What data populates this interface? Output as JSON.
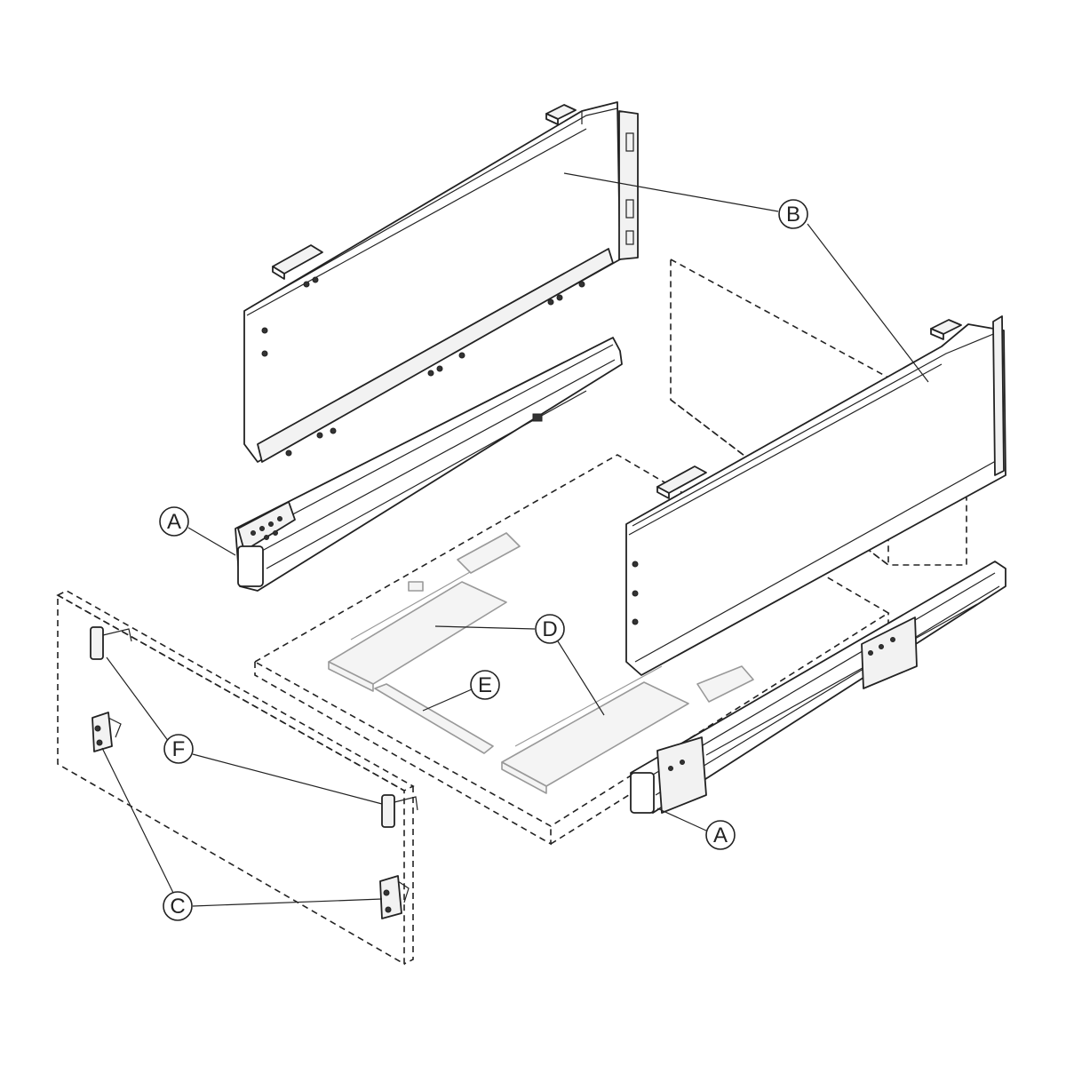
{
  "callouts": {
    "a_left": "A",
    "a_right": "A",
    "b": "B",
    "c": "C",
    "d": "D",
    "e": "E",
    "f": "F"
  },
  "colors": {
    "line": "#222222",
    "ghost": "#999999",
    "background": "#ffffff"
  }
}
